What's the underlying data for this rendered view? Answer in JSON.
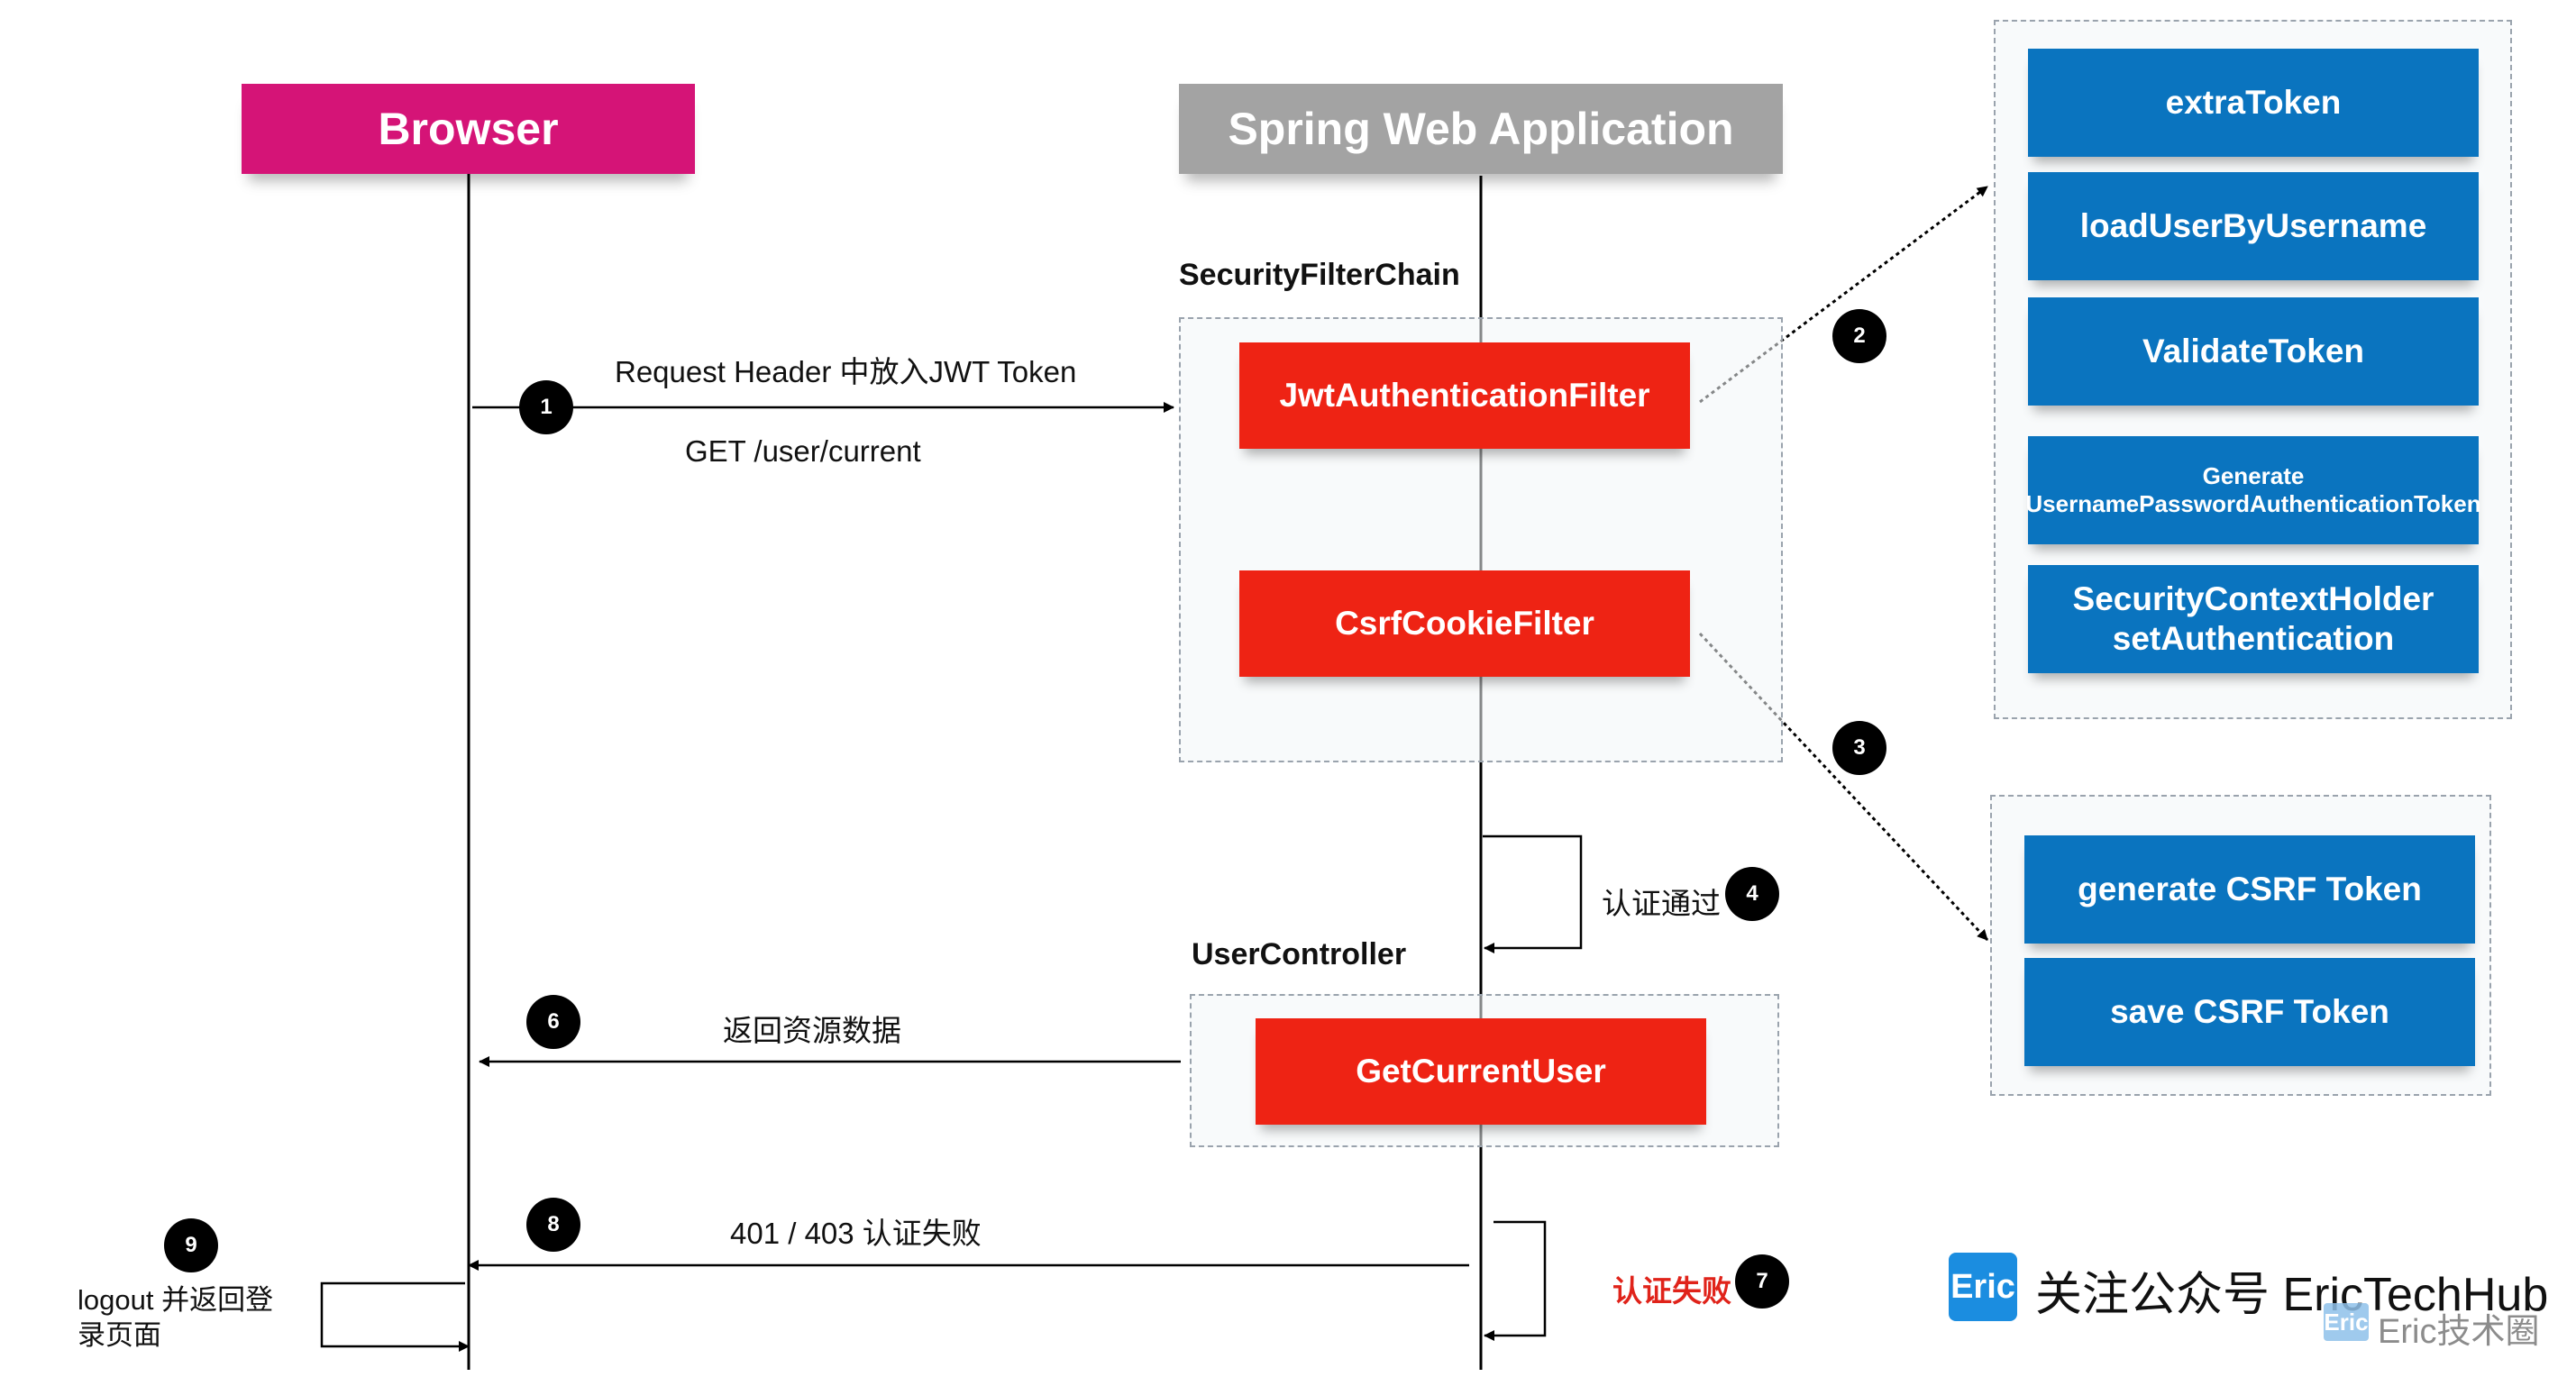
{
  "headers": {
    "browser": "Browser",
    "spring": "Spring Web Application"
  },
  "labels": {
    "security_filter_chain": "SecurityFilterChain",
    "user_controller": "UserController"
  },
  "filters": {
    "jwt": "JwtAuthenticationFilter",
    "csrf": "CsrfCookieFilter",
    "get_current_user": "GetCurrentUser"
  },
  "jwt_steps": {
    "extra_token": "extraToken",
    "load_user": "loadUserByUsername",
    "validate_token": "ValidateToken",
    "generate_token_line1": "Generate",
    "generate_token_line2": "UsernamePasswordAuthenticationToken",
    "context_line1": "SecurityContextHolder",
    "context_line2": "setAuthentication"
  },
  "csrf_steps": {
    "generate": "generate CSRF Token",
    "save": "save CSRF Token"
  },
  "messages": {
    "request_header": "Request Header 中放入JWT Token",
    "get_path": "GET /user/current",
    "auth_pass": "认证通过",
    "return_data": "返回资源数据",
    "auth_fail_code": "401 / 403  认证失败",
    "auth_fail": "认证失败",
    "logout_line1": "logout 并返回登",
    "logout_line2": "录页面"
  },
  "badges": [
    "1",
    "2",
    "3",
    "4",
    "6",
    "7",
    "8",
    "9"
  ],
  "branding": {
    "logo": "Eric",
    "follow": "关注公众号 EricTechHub",
    "watermark_logo": "Eric",
    "watermark_text": "Eric技术圈"
  },
  "colors": {
    "browser": "#d51477",
    "spring": "#a3a3a3",
    "filter_red": "#ee2314",
    "step_blue": "#0a74bf",
    "fail_text": "#e0231a"
  }
}
